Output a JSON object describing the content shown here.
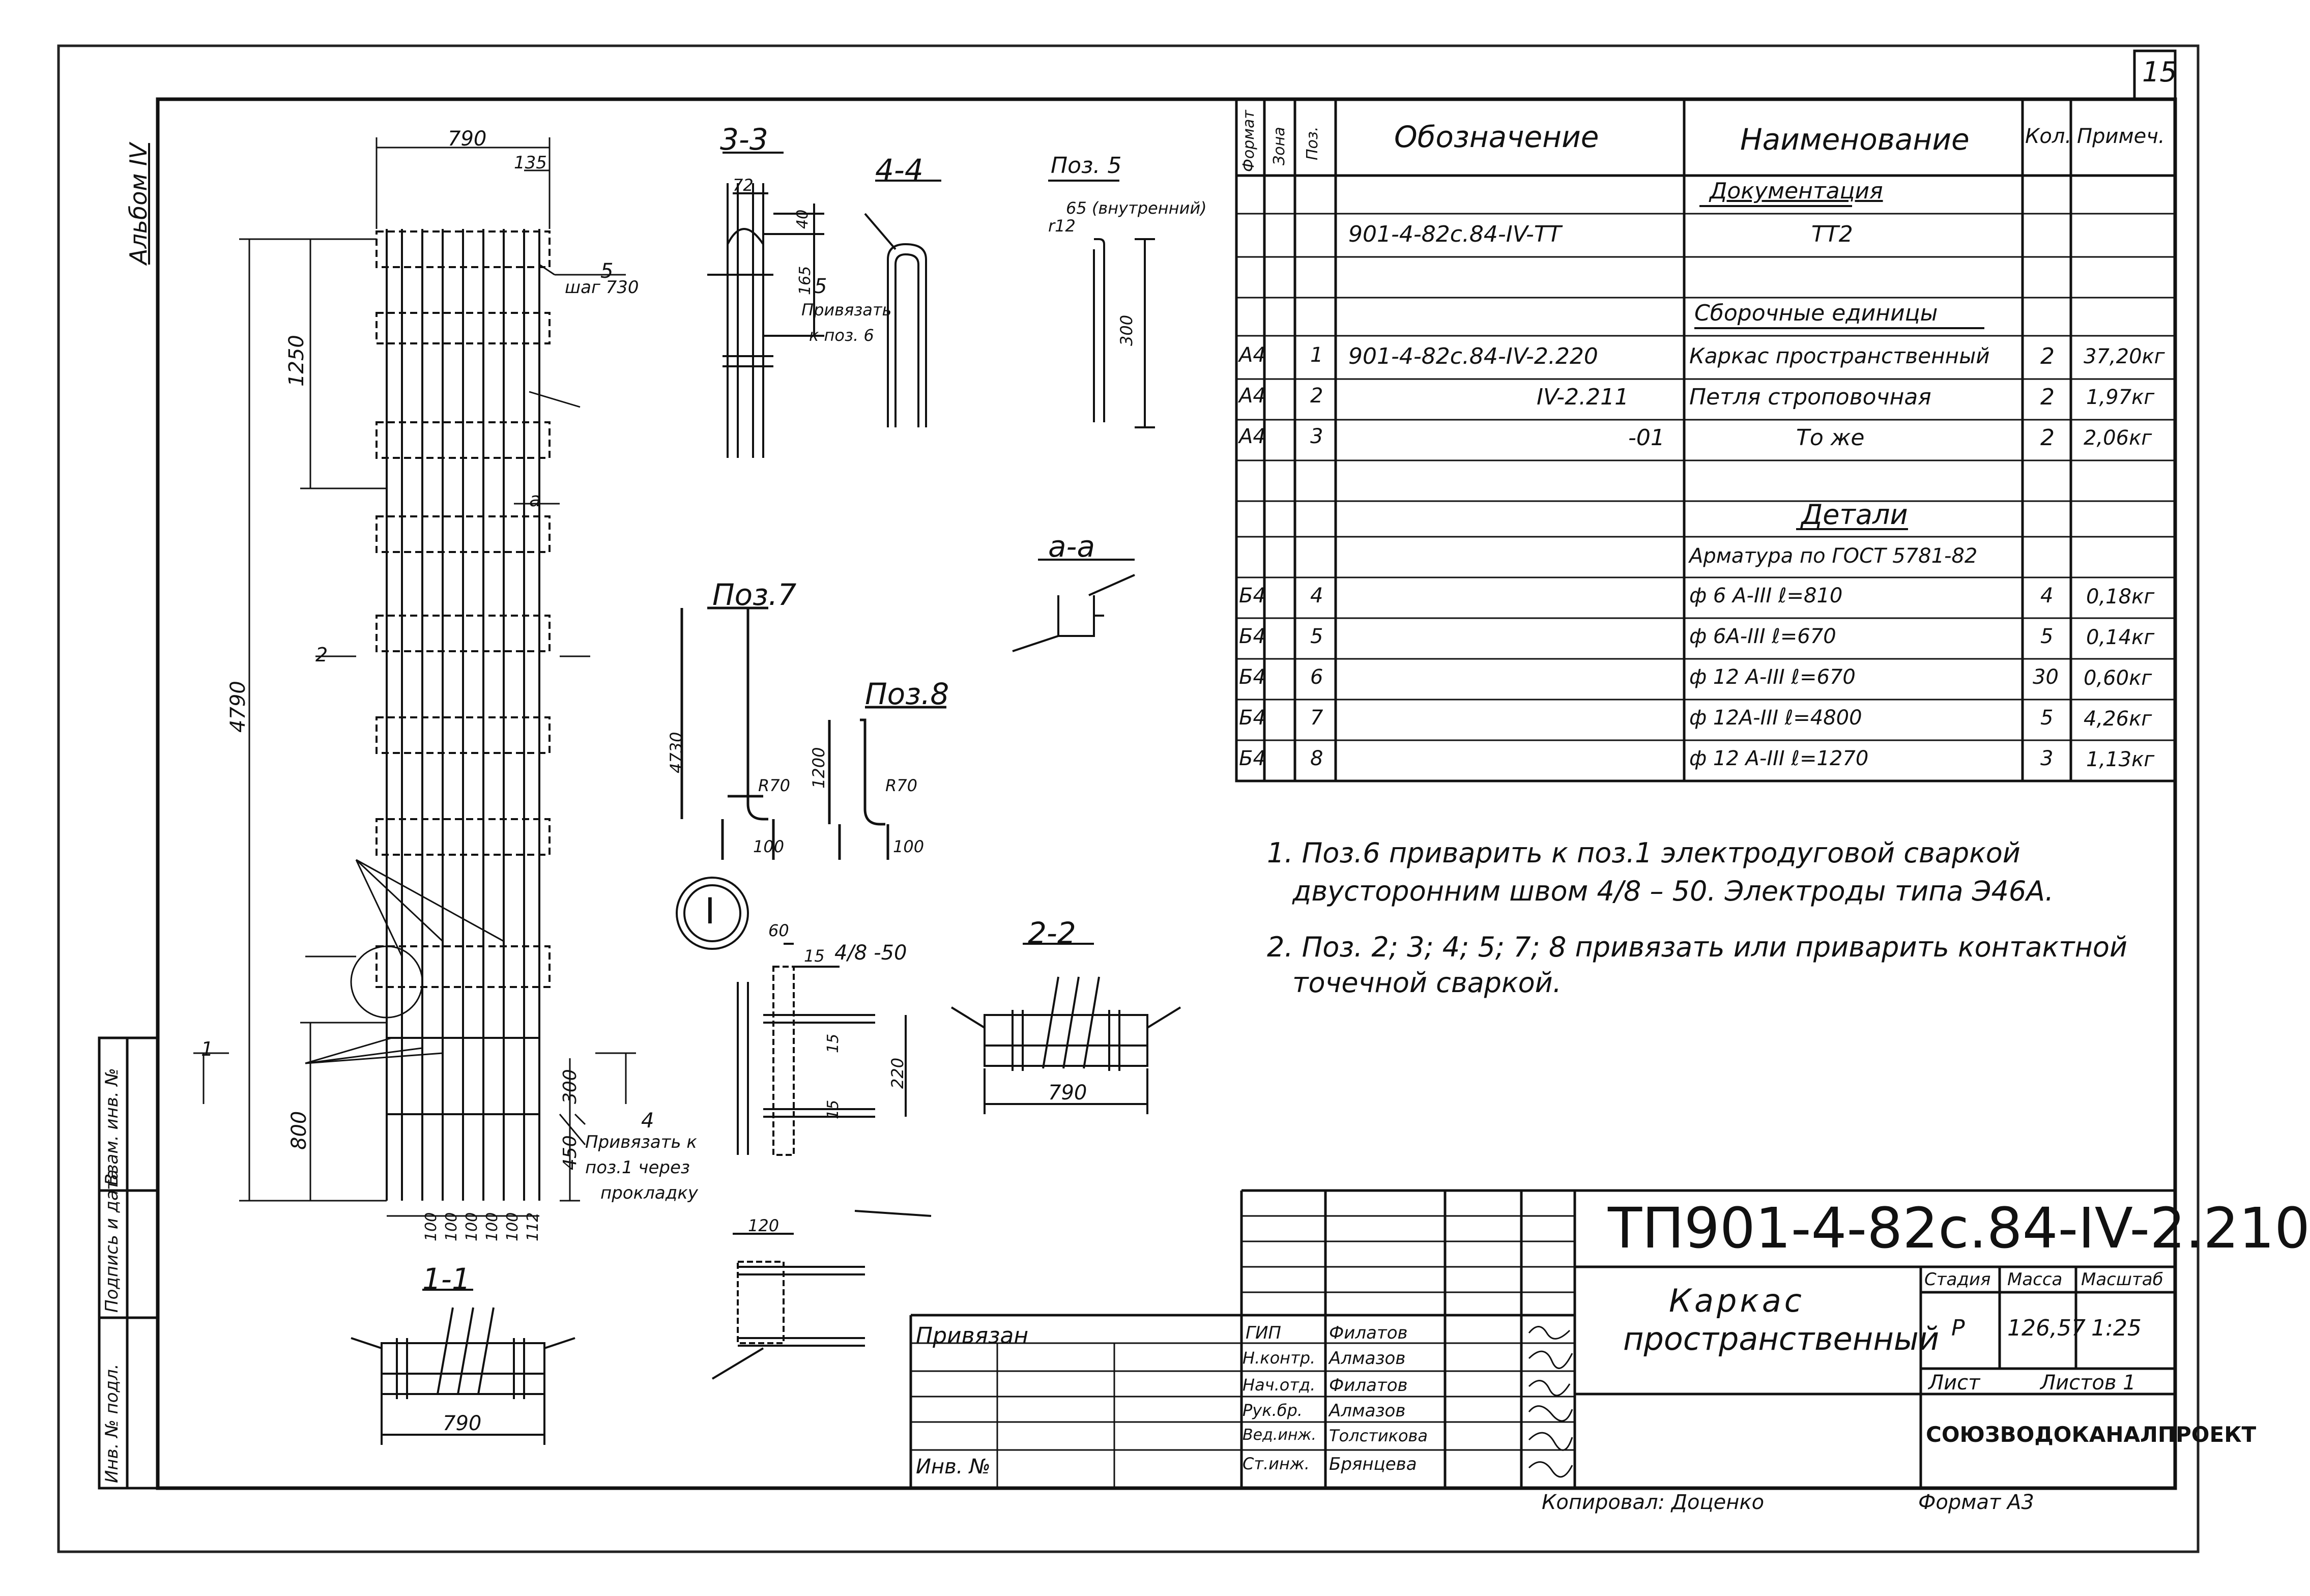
{
  "sheet": {
    "page_number": "15",
    "album": "Альбом IV",
    "copied_by": "Копировал: Доценко",
    "format": "Формат А3"
  },
  "side_stamp": {
    "inv_orig": "Инв. № подл.",
    "sign_date": "Подпись и дата",
    "replace_inv": "Взам. инв. №"
  },
  "spec_header": {
    "format": "Формат",
    "zone": "Зона",
    "pos": "Поз.",
    "designation": "Обозначение",
    "name": "Наименование",
    "qty": "Кол.",
    "note": "Примеч."
  },
  "spec_rows": [
    {
      "format": "",
      "pos": "",
      "designation": "",
      "name": "Документация",
      "qty": "",
      "note": "",
      "heading": true
    },
    {
      "format": "",
      "pos": "",
      "designation": "901-4-82с.84-IV-ТТ",
      "name": "ТТ2",
      "qty": "",
      "note": "",
      "heading": false
    },
    {
      "format": "",
      "pos": "",
      "designation": "",
      "name": "",
      "qty": "",
      "note": "",
      "heading": false
    },
    {
      "format": "",
      "pos": "",
      "designation": "",
      "name": "Сборочные единицы",
      "qty": "",
      "note": "",
      "heading": true
    },
    {
      "format": "А4",
      "pos": "1",
      "designation": "901-4-82с.84-IV-2.220",
      "name": "Каркас пространственный",
      "qty": "2",
      "note": "37,20кг",
      "heading": false
    },
    {
      "format": "А4",
      "pos": "2",
      "designation": "IV-2.211",
      "name": "Петля строповочная",
      "qty": "2",
      "note": "1,97кг",
      "heading": false
    },
    {
      "format": "А4",
      "pos": "3",
      "designation": "-01",
      "name": "То же",
      "qty": "2",
      "note": "2,06кг",
      "heading": false
    },
    {
      "format": "",
      "pos": "",
      "designation": "",
      "name": "",
      "qty": "",
      "note": "",
      "heading": false
    },
    {
      "format": "",
      "pos": "",
      "designation": "",
      "name": "Детали",
      "qty": "",
      "note": "",
      "heading": true
    },
    {
      "format": "",
      "pos": "",
      "designation": "",
      "name": "Арматура по ГОСТ 5781-82",
      "qty": "",
      "note": "",
      "heading": false
    },
    {
      "format": "Б4",
      "pos": "4",
      "designation": "",
      "name": "ф 6 А-III  ℓ=810",
      "qty": "4",
      "note": "0,18кг",
      "heading": false
    },
    {
      "format": "Б4",
      "pos": "5",
      "designation": "",
      "name": "ф 6А-III  ℓ=670",
      "qty": "5",
      "note": "0,14кг",
      "heading": false
    },
    {
      "format": "Б4",
      "pos": "6",
      "designation": "",
      "name": "ф 12 А-III  ℓ=670",
      "qty": "30",
      "note": "0,60кг",
      "heading": false
    },
    {
      "format": "Б4",
      "pos": "7",
      "designation": "",
      "name": "ф 12А-III  ℓ=4800",
      "qty": "5",
      "note": "4,26кг",
      "heading": false
    },
    {
      "format": "Б4",
      "pos": "8",
      "designation": "",
      "name": "ф 12 А-III  ℓ=1270",
      "qty": "3",
      "note": "1,13кг",
      "heading": false
    }
  ],
  "notes": [
    "1. Поз.6 приварить к поз.1 электродуговой сваркой",
    "двусторонним швом 4/8 – 50. Электроды типа Э46А.",
    "2. Поз. 2; 3; 4; 5; 7; 8 привязать  или  приварить контактной",
    "точечной  сваркой."
  ],
  "title_block": {
    "code": "ТП901-4-82с.84-IV-2.210",
    "title_line1": "Каркас",
    "title_line2": "пространственный",
    "stage_label": "Стадия",
    "mass_label": "Масса",
    "scale_label": "Масштаб",
    "stage": "Р",
    "mass": "126,57",
    "scale": "1:25",
    "sheet_label": "Лист",
    "sheets_label": "Листов 1",
    "org": "СОЮЗВОДОКАНАЛПРОЕКТ",
    "tied_label": "Привязан",
    "inv_label": "Инв. №",
    "roles": [
      {
        "role": "ГИП",
        "name": "Филатов"
      },
      {
        "role": "Н.контр.",
        "name": "Алмазов"
      },
      {
        "role": "Нач.отд.",
        "name": "Филатов"
      },
      {
        "role": "Рук.бр.",
        "name": "Алмазов"
      },
      {
        "role": "Вед.инж.",
        "name": "Толстикова"
      },
      {
        "role": "Ст.инж.",
        "name": "Брянцева"
      }
    ]
  },
  "drawing": {
    "dim_790_top": "790",
    "dim_135": "135",
    "dim_1250": "1250",
    "dim_4790": "4790",
    "dim_800": "800",
    "dim_300": "300",
    "dim_450": "450",
    "dim_100a": "100",
    "dim_100b": "100",
    "dim_100c": "100",
    "dim_100d": "100",
    "dim_100e": "100",
    "dim_112": "112",
    "pos5_spacing": "5",
    "pos5_spacing2": "шаг 730",
    "note4_num": "4",
    "note4_l1": "Привязать к",
    "note4_l2": "поз.1 через",
    "note4_l3": "прокладку",
    "sec33": "3-3",
    "sec44": "4-4",
    "sec11": "1-1",
    "sec22": "2-2",
    "secaa": "а-а",
    "sec_d_72": "72",
    "sec_d_40": "40",
    "sec_d_165": "165",
    "sec33_tie_num": "5",
    "sec33_tie_l1": "Привязать",
    "sec33_tie_l2": "к поз. 6",
    "pos5_title": "Поз. 5",
    "pos5_inner": "65 (внутренний)",
    "pos5_r": "r12",
    "pos5_h": "300",
    "pos7_title": "Поз.7",
    "pos7_h": "4730",
    "pos7_r": "R70",
    "pos7_b": "100",
    "pos8_title": "Поз.8",
    "pos8_h": "1200",
    "pos8_r": "R70",
    "pos8_b": "100",
    "node": "I",
    "node_60": "60",
    "node_15a": "15",
    "node_weld": "4/8 -50",
    "node_15b": "15",
    "node_15c": "15",
    "node_220": "220",
    "node_120": "120",
    "sec22_790": "790",
    "sec11_790": "790",
    "cut_a": "а",
    "cut_2": "2",
    "cut_1": "1"
  }
}
